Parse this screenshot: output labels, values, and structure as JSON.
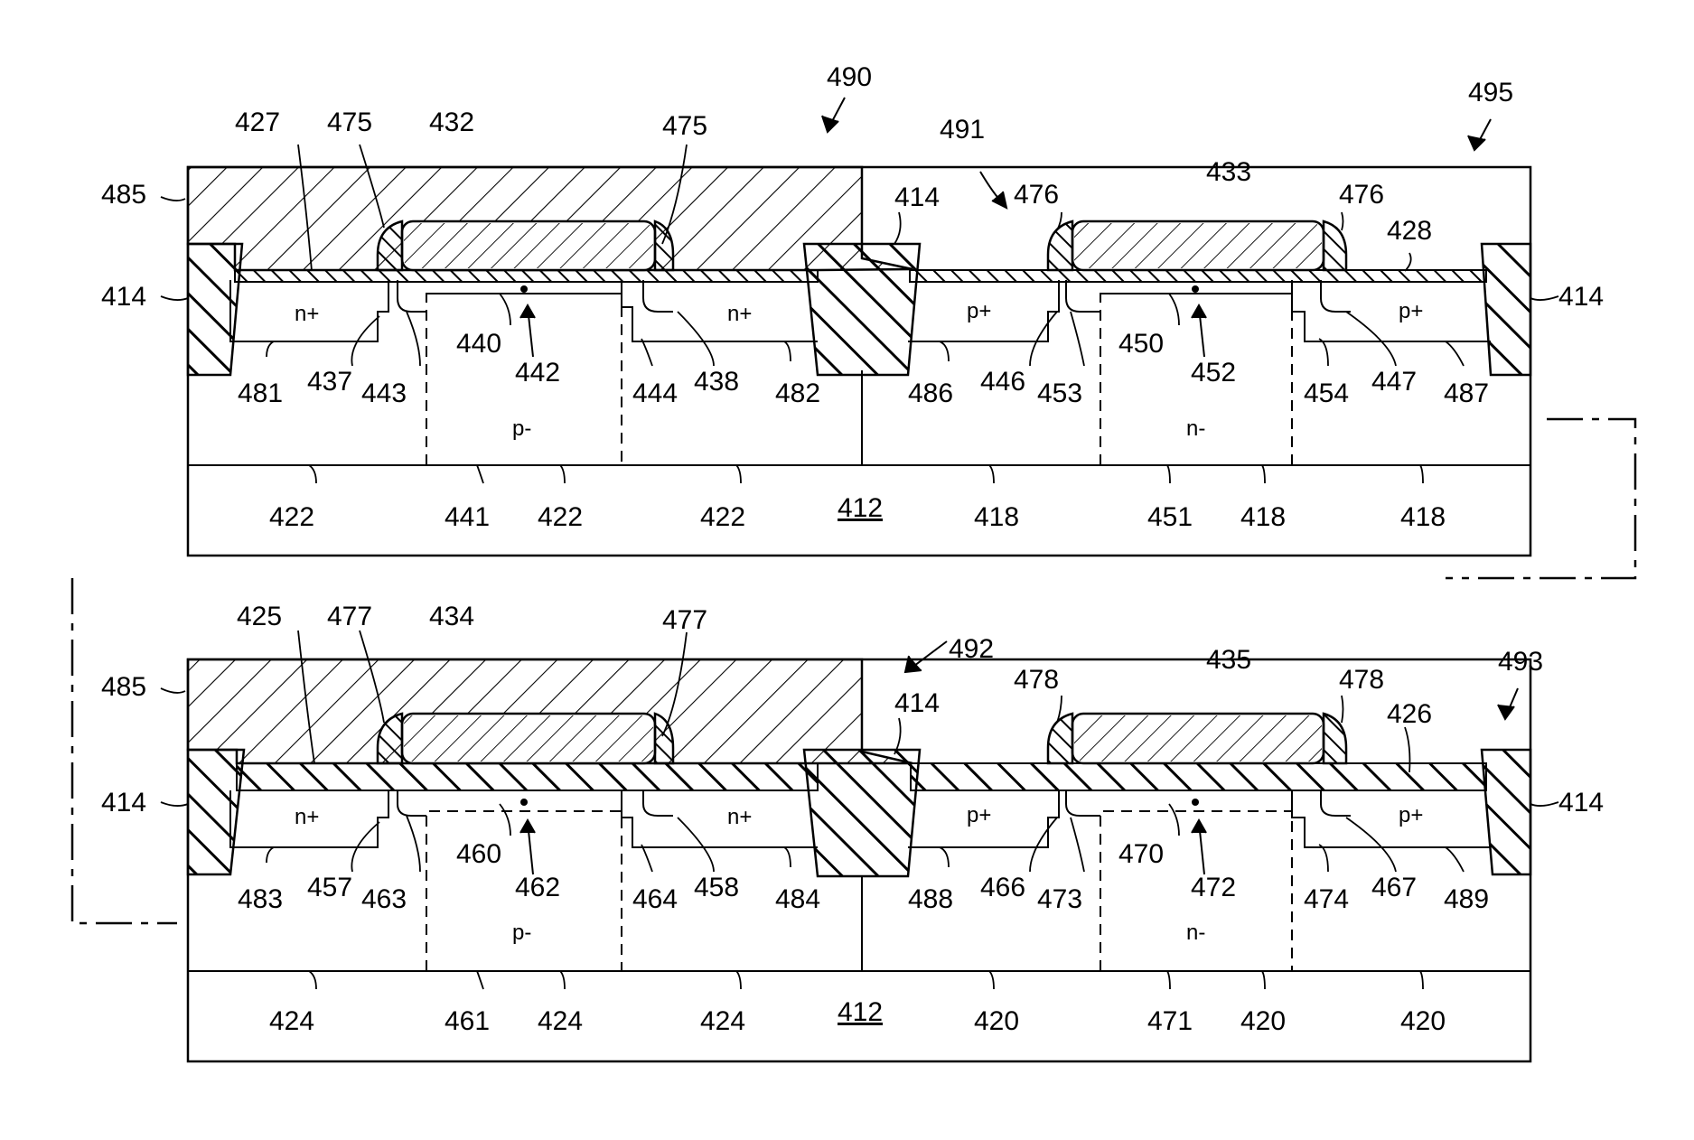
{
  "doping": {
    "n_plus": "n+",
    "p_plus": "p+",
    "p_minus": "p-",
    "n_minus": "n-"
  },
  "top": {
    "labels": {
      "l490": "490",
      "l491": "491",
      "l495": "495",
      "l485": "485",
      "l427": "427",
      "l475a": "475",
      "l432": "432",
      "l475b": "475",
      "l414a": "414",
      "l476a": "476",
      "l433": "433",
      "l476b": "476",
      "l428": "428",
      "l414b": "414",
      "l414c": "414",
      "l440": "440",
      "l442": "442",
      "l450": "450",
      "l452": "452",
      "l481": "481",
      "l437": "437",
      "l443": "443",
      "l444": "444",
      "l438": "438",
      "l482": "482",
      "l486": "486",
      "l446": "446",
      "l453": "453",
      "l454": "454",
      "l447": "447",
      "l487": "487",
      "l422a": "422",
      "l441": "441",
      "l422b": "422",
      "l422c": "422",
      "l412": "412",
      "l418a": "418",
      "l451": "451",
      "l418b": "418",
      "l418c": "418"
    }
  },
  "bottom": {
    "labels": {
      "l485": "485",
      "l425": "425",
      "l477a": "477",
      "l434": "434",
      "l477b": "477",
      "l492": "492",
      "l414a": "414",
      "l478a": "478",
      "l435": "435",
      "l478b": "478",
      "l426": "426",
      "l493": "493",
      "l414b": "414",
      "l414c": "414",
      "l460": "460",
      "l462": "462",
      "l470": "470",
      "l472": "472",
      "l483": "483",
      "l457": "457",
      "l463": "463",
      "l464": "464",
      "l458": "458",
      "l484": "484",
      "l488": "488",
      "l466": "466",
      "l473": "473",
      "l474": "474",
      "l467": "467",
      "l489": "489",
      "l424a": "424",
      "l461": "461",
      "l424b": "424",
      "l424c": "424",
      "l412": "412",
      "l420a": "420",
      "l471": "471",
      "l420b": "420",
      "l420c": "420"
    }
  }
}
